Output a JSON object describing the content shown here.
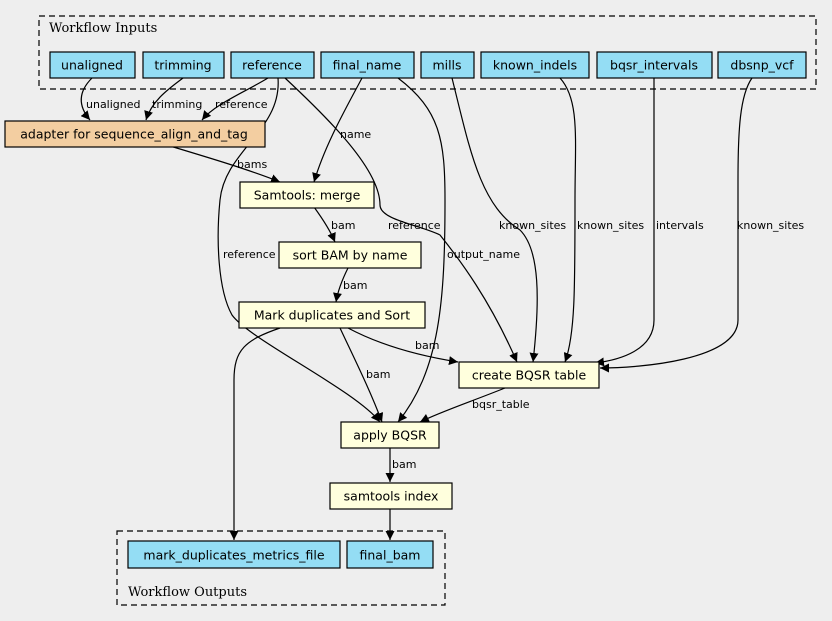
{
  "colors": {
    "background": "#eeeeee",
    "io_node": "#94ddf4",
    "adapter_node": "#f3cea1",
    "step_node": "#ffffdd"
  },
  "clusters": {
    "inputs": "Workflow Inputs",
    "outputs": "Workflow Outputs"
  },
  "nodes": {
    "unaligned": "unaligned",
    "trimming": "trimming",
    "reference": "reference",
    "final_name": "final_name",
    "mills": "mills",
    "known_indels": "known_indels",
    "bqsr_intervals": "bqsr_intervals",
    "dbsnp_vcf": "dbsnp_vcf",
    "adapter": "adapter for sequence_align_and_tag",
    "merge": "Samtools: merge",
    "sort": "sort BAM by name",
    "markdup": "Mark duplicates and Sort",
    "bqsr_table": "create BQSR table",
    "apply_bqsr": "apply BQSR",
    "index": "samtools index",
    "metrics_out": "mark_duplicates_metrics_file",
    "final_bam_out": "final_bam"
  },
  "edges": {
    "unaligned_adapter": "unaligned",
    "trimming_adapter": "trimming",
    "reference_adapter": "reference",
    "finalname_merge": "name",
    "adapter_merge": "bams",
    "merge_sort": "bam",
    "sort_markdup": "bam",
    "reference_bqsrtable": "reference",
    "reference_apply": "reference",
    "finalname_apply": "output_name",
    "mills_bqsrtable": "known_sites",
    "knownindels_bqsrtable": "known_sites",
    "intervals_bqsrtable": "intervals",
    "dbsnp_bqsrtable": "known_sites",
    "markdup_bqsrtable": "bam",
    "markdup_apply": "bam",
    "bqsrtable_apply": "bqsr_table",
    "apply_index": "bam"
  }
}
